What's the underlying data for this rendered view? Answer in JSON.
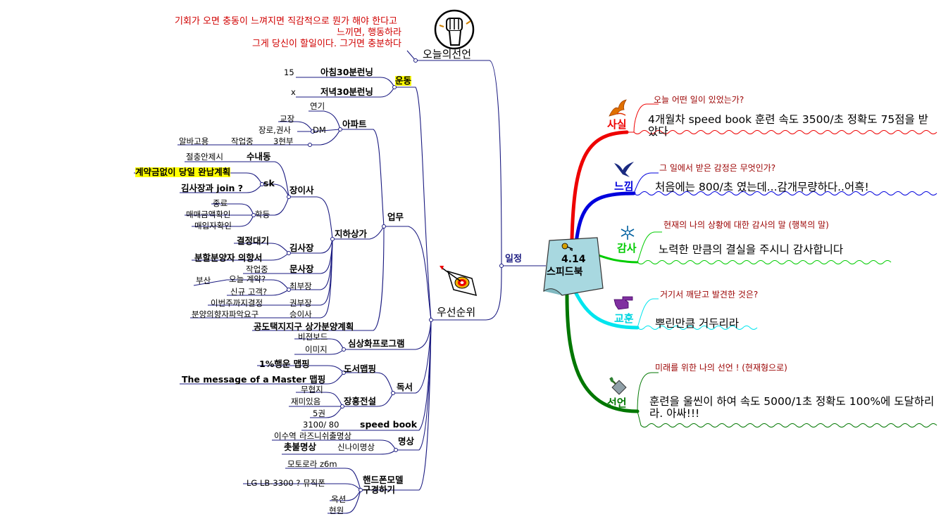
{
  "center": {
    "line1": "4.14",
    "line2": "스피드북"
  },
  "schedule_label": "일정",
  "declaration": {
    "label": "오늘의선언",
    "lines": [
      "기회가 오면 충동이 느껴지면 직감적으로 뭔가 해야 한다고",
      "느끼면, 행동하라",
      "그게 당신이 할일이다. 그거면 충분하다"
    ]
  },
  "priority_label": "우선순위",
  "exercise": {
    "label": "운동",
    "morning": {
      "label": "아침30분런닝",
      "value": "15"
    },
    "evening": {
      "label": "저녁30분런닝",
      "value": "x"
    }
  },
  "work": {
    "label": "업무",
    "apartment": {
      "label": "아파트",
      "delay": "연기",
      "dm": "DM",
      "dm_items": [
        "교장",
        "장로,권사"
      ],
      "hq3": "3현부",
      "working": "작업중",
      "alba": "알바고용"
    },
    "underground": {
      "label": "지하상가",
      "jang": {
        "label": "장이사",
        "sunae": {
          "label": "수내동",
          "sub": "절충안제시"
        },
        "sk": {
          "label": "sk",
          "sub1": "계약금없이 당일 완납계획",
          "sub2": "김사장과 join ?"
        },
        "hakdeung": {
          "label": "학등",
          "subs": [
            "종료",
            "매매금액확인",
            "매입자확인"
          ]
        }
      },
      "kim": {
        "label": "김사장",
        "subs": [
          "결정대기",
          "분할분양자 의향서"
        ]
      },
      "moon": {
        "label": "문사장",
        "sub": "작업중"
      },
      "choi": {
        "label": "최부장",
        "sub1": "오늘 계약?",
        "sub2": "신규 고객?",
        "busan": "부산"
      },
      "kwon": {
        "label": "권부장",
        "sub": "이번주까지결정"
      },
      "seung": {
        "label": "승이사",
        "sub": "분양의향자파악요구"
      }
    },
    "gongdo": "공도택지지구 상가분양계획"
  },
  "visual": {
    "label": "심상화프로그램",
    "subs": [
      "비젼보드",
      "이미지"
    ]
  },
  "reading": {
    "label": "독서",
    "mapping": {
      "label": "도서맵핑",
      "subs": [
        "1%행운 맵핑",
        "The message of a Master 맵핑"
      ]
    },
    "long": {
      "label": "장흥전설",
      "subs": [
        "무협지",
        "재미있음",
        "5권"
      ]
    }
  },
  "speedbook": {
    "label": "speed book",
    "value": "3100/ 80"
  },
  "meditation": {
    "label": "명상",
    "raj": {
      "label": "라즈니쉬출명상",
      "sub": "이수역"
    },
    "shin": {
      "label": "신나이명상",
      "sub": "촛불명상"
    }
  },
  "phone": {
    "label1": "핸드폰모델",
    "label2": "구경하기",
    "subs": [
      "모토로라 z6m",
      "LG LB-3300 ? 뮤직폰",
      "옥션",
      "현원"
    ]
  },
  "right": {
    "fact": {
      "cat": "사실",
      "question": "오늘 어떤 일이 있었는가?",
      "answer": "4개월차 speed book 훈련 속도 3500/초 정확도 75점을 받았다"
    },
    "feeling": {
      "cat": "느낌",
      "question": "그 일에서 받은 감정은 무엇인가?",
      "answer": "처음에는 800/초 였는데...감개무량하다..어흑!"
    },
    "thanks": {
      "cat": "감사",
      "question": "현재의 나의 상황에 대한 감사의 말 (행복의 말)",
      "answer": "노력한 만큼의 결실을 주시니 감사합니다"
    },
    "lesson": {
      "cat": "교훈",
      "question": "거기서 깨닫고 발견한 것은?",
      "answer": "뿌린만큼 거두리라"
    },
    "oath": {
      "cat": "선언",
      "question": "미래를 위한 나의 선언 ! (현재형으로)",
      "answer": "훈련을 울씬이 하여 속도 5000/1초 정확도 100%에 도달하리라. 아싸!!!"
    }
  },
  "colors": {
    "branch_dark": "#1a1a80",
    "fact": "#ee0000",
    "feeling": "#0000dd",
    "thanks": "#00cc00",
    "lesson": "#00e5ee",
    "oath": "#007700"
  },
  "icons": [
    "raised-fist-icon",
    "dart-target-icon",
    "phoenix-icon",
    "flying-bird-icon",
    "snowflake-icon",
    "pointing-hand-icon",
    "plant-shovel-icon",
    "key-icon"
  ]
}
